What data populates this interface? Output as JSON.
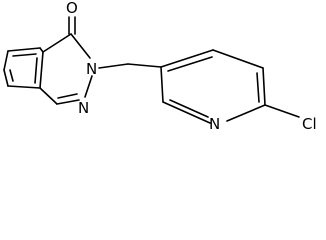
{
  "atoms": {
    "o_label": "O",
    "n2_label": "N",
    "n3_label": "N",
    "n_pyridine_label": "N",
    "cl_label": "Cl"
  },
  "colors": {
    "bond": "#000000",
    "background": "#ffffff"
  }
}
